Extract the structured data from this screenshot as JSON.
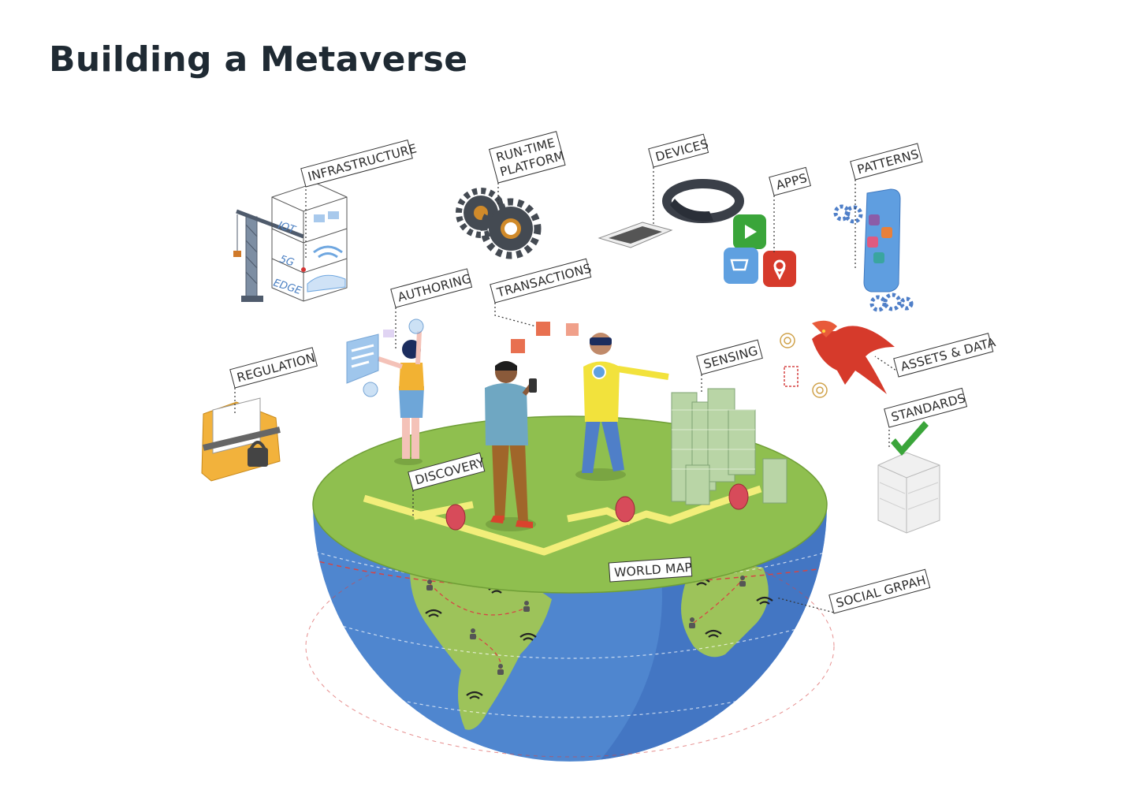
{
  "title": "Building a Metaverse",
  "labels": {
    "infrastructure": "INFRASTRUCTURE",
    "runtime_line1": "RUN-TIME",
    "runtime_line2": "PLATFORM",
    "devices": "DEVICES",
    "apps": "APPS",
    "patterns": "PATTERNS",
    "authoring": "AUTHORING",
    "transactions": "TRANSACTIONS",
    "regulation": "REGULATION",
    "sensing": "SENSING",
    "assets_data": "ASSETS & DATA",
    "standards": "STANDARDS",
    "discovery": "DISCOVERY",
    "world_map": "WORLD MAP",
    "social_graph": "SOCIAL GRPAH"
  },
  "infra_tags": {
    "iot": "IOT",
    "fiveg": "5G",
    "edge": "EDGE"
  },
  "colors": {
    "ocean": "#4f86cf",
    "land": "#9dc35a",
    "platform": "#8fbf4f",
    "path": "#f2ee7a",
    "gear": "#444a52",
    "folder": "#f2b23c",
    "dragon": "#d63a2b",
    "check": "#3aa53a"
  }
}
